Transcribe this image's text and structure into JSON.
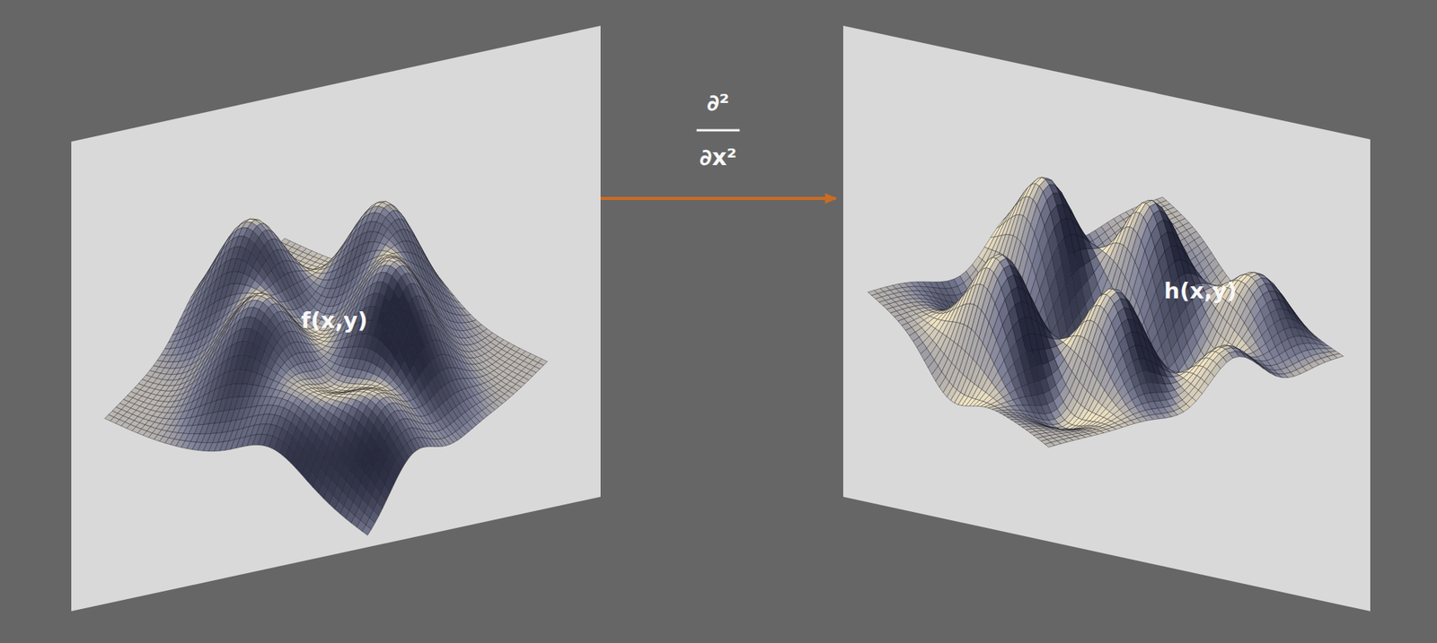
{
  "diagram": {
    "nodes": [
      {
        "text": [
          "f(x,y)"
        ]
      },
      {
        "text": [
          "h(x,y)"
        ]
      }
    ],
    "edges": [
      {
        "from": 0,
        "to": 1,
        "arrow": "to",
        "label": "∂² ∂x²"
      }
    ]
  }
}
